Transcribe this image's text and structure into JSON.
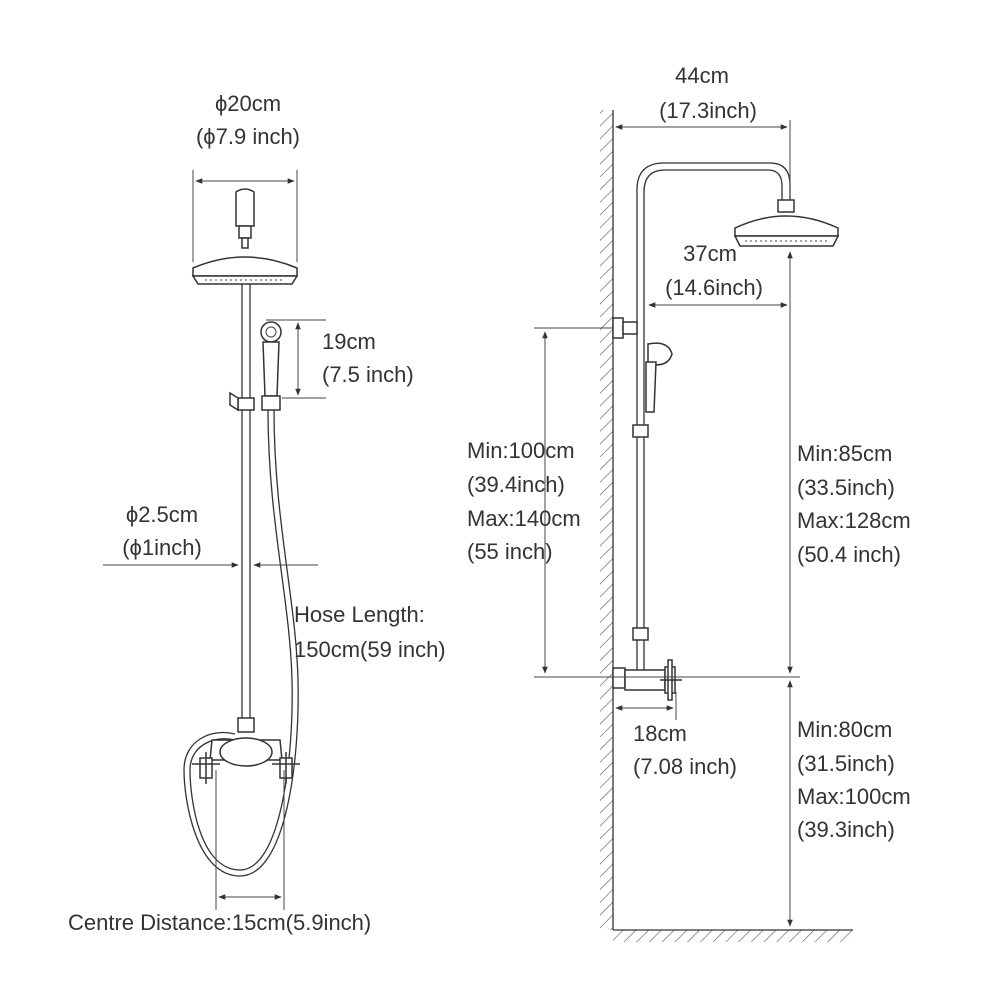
{
  "front_view": {
    "head_diameter": {
      "cm": "ϕ20cm",
      "inch": "(ϕ7.9 inch)"
    },
    "hand_shower_height": {
      "cm": "19cm",
      "inch": "(7.5 inch)"
    },
    "pipe_diameter": {
      "cm": "ϕ2.5cm",
      "inch": "(ϕ1inch)"
    },
    "hose_length": {
      "title": "Hose Length:",
      "value": "150cm(59 inch)"
    },
    "centre_distance": "Centre Distance:15cm(5.9inch)"
  },
  "side_view": {
    "arm_length": {
      "cm": "44cm",
      "inch": "(17.3inch)"
    },
    "head_offset": {
      "cm": "37cm",
      "inch": "(14.6inch)"
    },
    "bar_height": {
      "min": "Min:100cm",
      "min_inch": "(39.4inch)",
      "max": "Max:140cm",
      "max_inch": "(55 inch)"
    },
    "head_to_valve": {
      "min": "Min:85cm",
      "min_inch": "(33.5inch)",
      "max": "Max:128cm",
      "max_inch": "(50.4 inch)"
    },
    "valve_projection": {
      "cm": "18cm",
      "inch": "(7.08 inch)"
    },
    "valve_height": {
      "min": "Min:80cm",
      "min_inch": "(31.5inch)",
      "max": "Max:100cm",
      "max_inch": "(39.3inch)"
    }
  }
}
